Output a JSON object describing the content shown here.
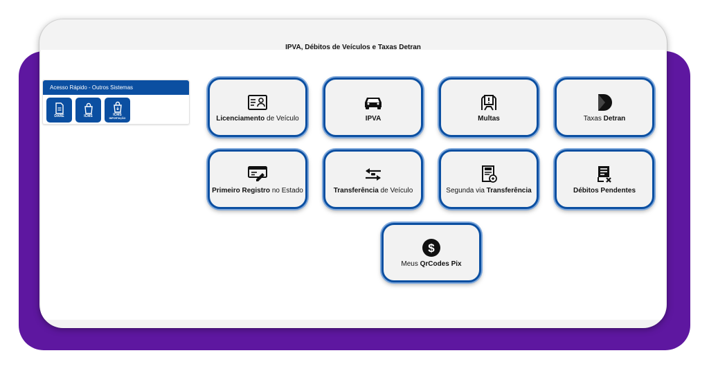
{
  "page": {
    "title": "IPVA, Débitos de Veículos e Taxas Detran",
    "colors": {
      "brand_blue": "#0b4fa1",
      "backdrop_purple": "#5e17a0",
      "card_bg": "#f2f2f2"
    }
  },
  "quick_access": {
    "header": "Acesso Rápido - Outros Sistemas",
    "buttons": [
      {
        "label": "DARE",
        "label2": "",
        "icon": "document-icon"
      },
      {
        "label": "ICMS",
        "label2": "",
        "icon": "shopping-bag-icon"
      },
      {
        "label": "ICMS",
        "label2": "IMPORTAÇÃO",
        "icon": "shopping-bag-icon"
      }
    ]
  },
  "services": [
    {
      "bold": "Licenciamento",
      "normal": " de Veículo",
      "icon": "vehicle-license-icon"
    },
    {
      "bold": "IPVA",
      "normal": "",
      "icon": "car-icon"
    },
    {
      "bold": "Multas",
      "normal": "",
      "icon": "traffic-ticket-icon"
    },
    {
      "prefix": "Taxas ",
      "bold": "Detran",
      "icon": "detran-logo-icon"
    },
    {
      "bold": "Primeiro Registro",
      "normal": " no Estado",
      "icon": "registration-pen-icon"
    },
    {
      "bold": "Transferência",
      "normal": " de Veículo",
      "icon": "transfer-arrows-icon"
    },
    {
      "prefix": "Segunda via ",
      "bold": "Transferência",
      "icon": "document-copy-icon"
    },
    {
      "bold": "Débitos Pendentes",
      "normal": "",
      "icon": "pending-bill-icon"
    },
    {
      "prefix": "Meus ",
      "bold": "QrCodes Pix",
      "icon": "dollar-coin-icon"
    }
  ]
}
